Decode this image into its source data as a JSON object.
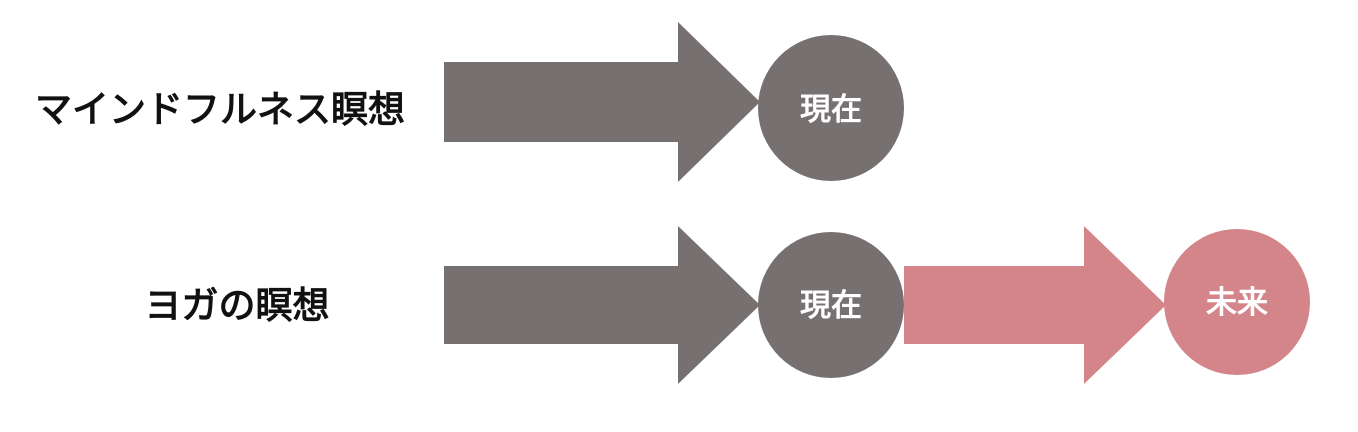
{
  "colors": {
    "background": "#ffffff",
    "present": "#767170",
    "future": "#d4858a",
    "label_text": "#111111",
    "node_text": "#ffffff"
  },
  "rows": [
    {
      "label": "マインドフルネス瞑想",
      "nodes": [
        {
          "label": "現在",
          "color_key": "present"
        }
      ]
    },
    {
      "label": "ヨガの瞑想",
      "nodes": [
        {
          "label": "現在",
          "color_key": "present"
        },
        {
          "label": "未来",
          "color_key": "future"
        }
      ]
    }
  ]
}
